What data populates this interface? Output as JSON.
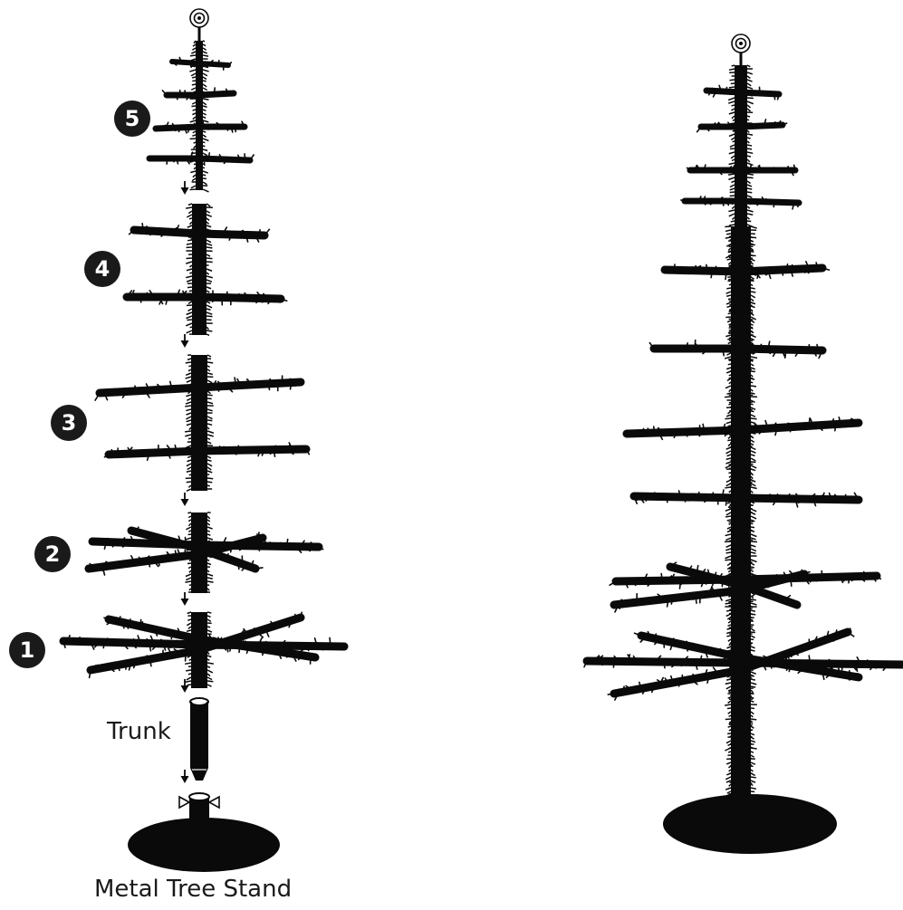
{
  "colors": {
    "ink": "#0a0a0a",
    "background": "#ffffff"
  },
  "left_diagram": {
    "sections": [
      {
        "number": "5"
      },
      {
        "number": "4"
      },
      {
        "number": "3"
      },
      {
        "number": "2"
      },
      {
        "number": "1"
      }
    ],
    "trunk_label": "Trunk",
    "stand_label": "Metal Tree Stand",
    "icons": [
      "down-arrow-icon",
      "hanging-loop-icon",
      "stand-clamp-icon"
    ]
  },
  "right_diagram": {
    "icons": [
      "hanging-loop-icon"
    ]
  }
}
